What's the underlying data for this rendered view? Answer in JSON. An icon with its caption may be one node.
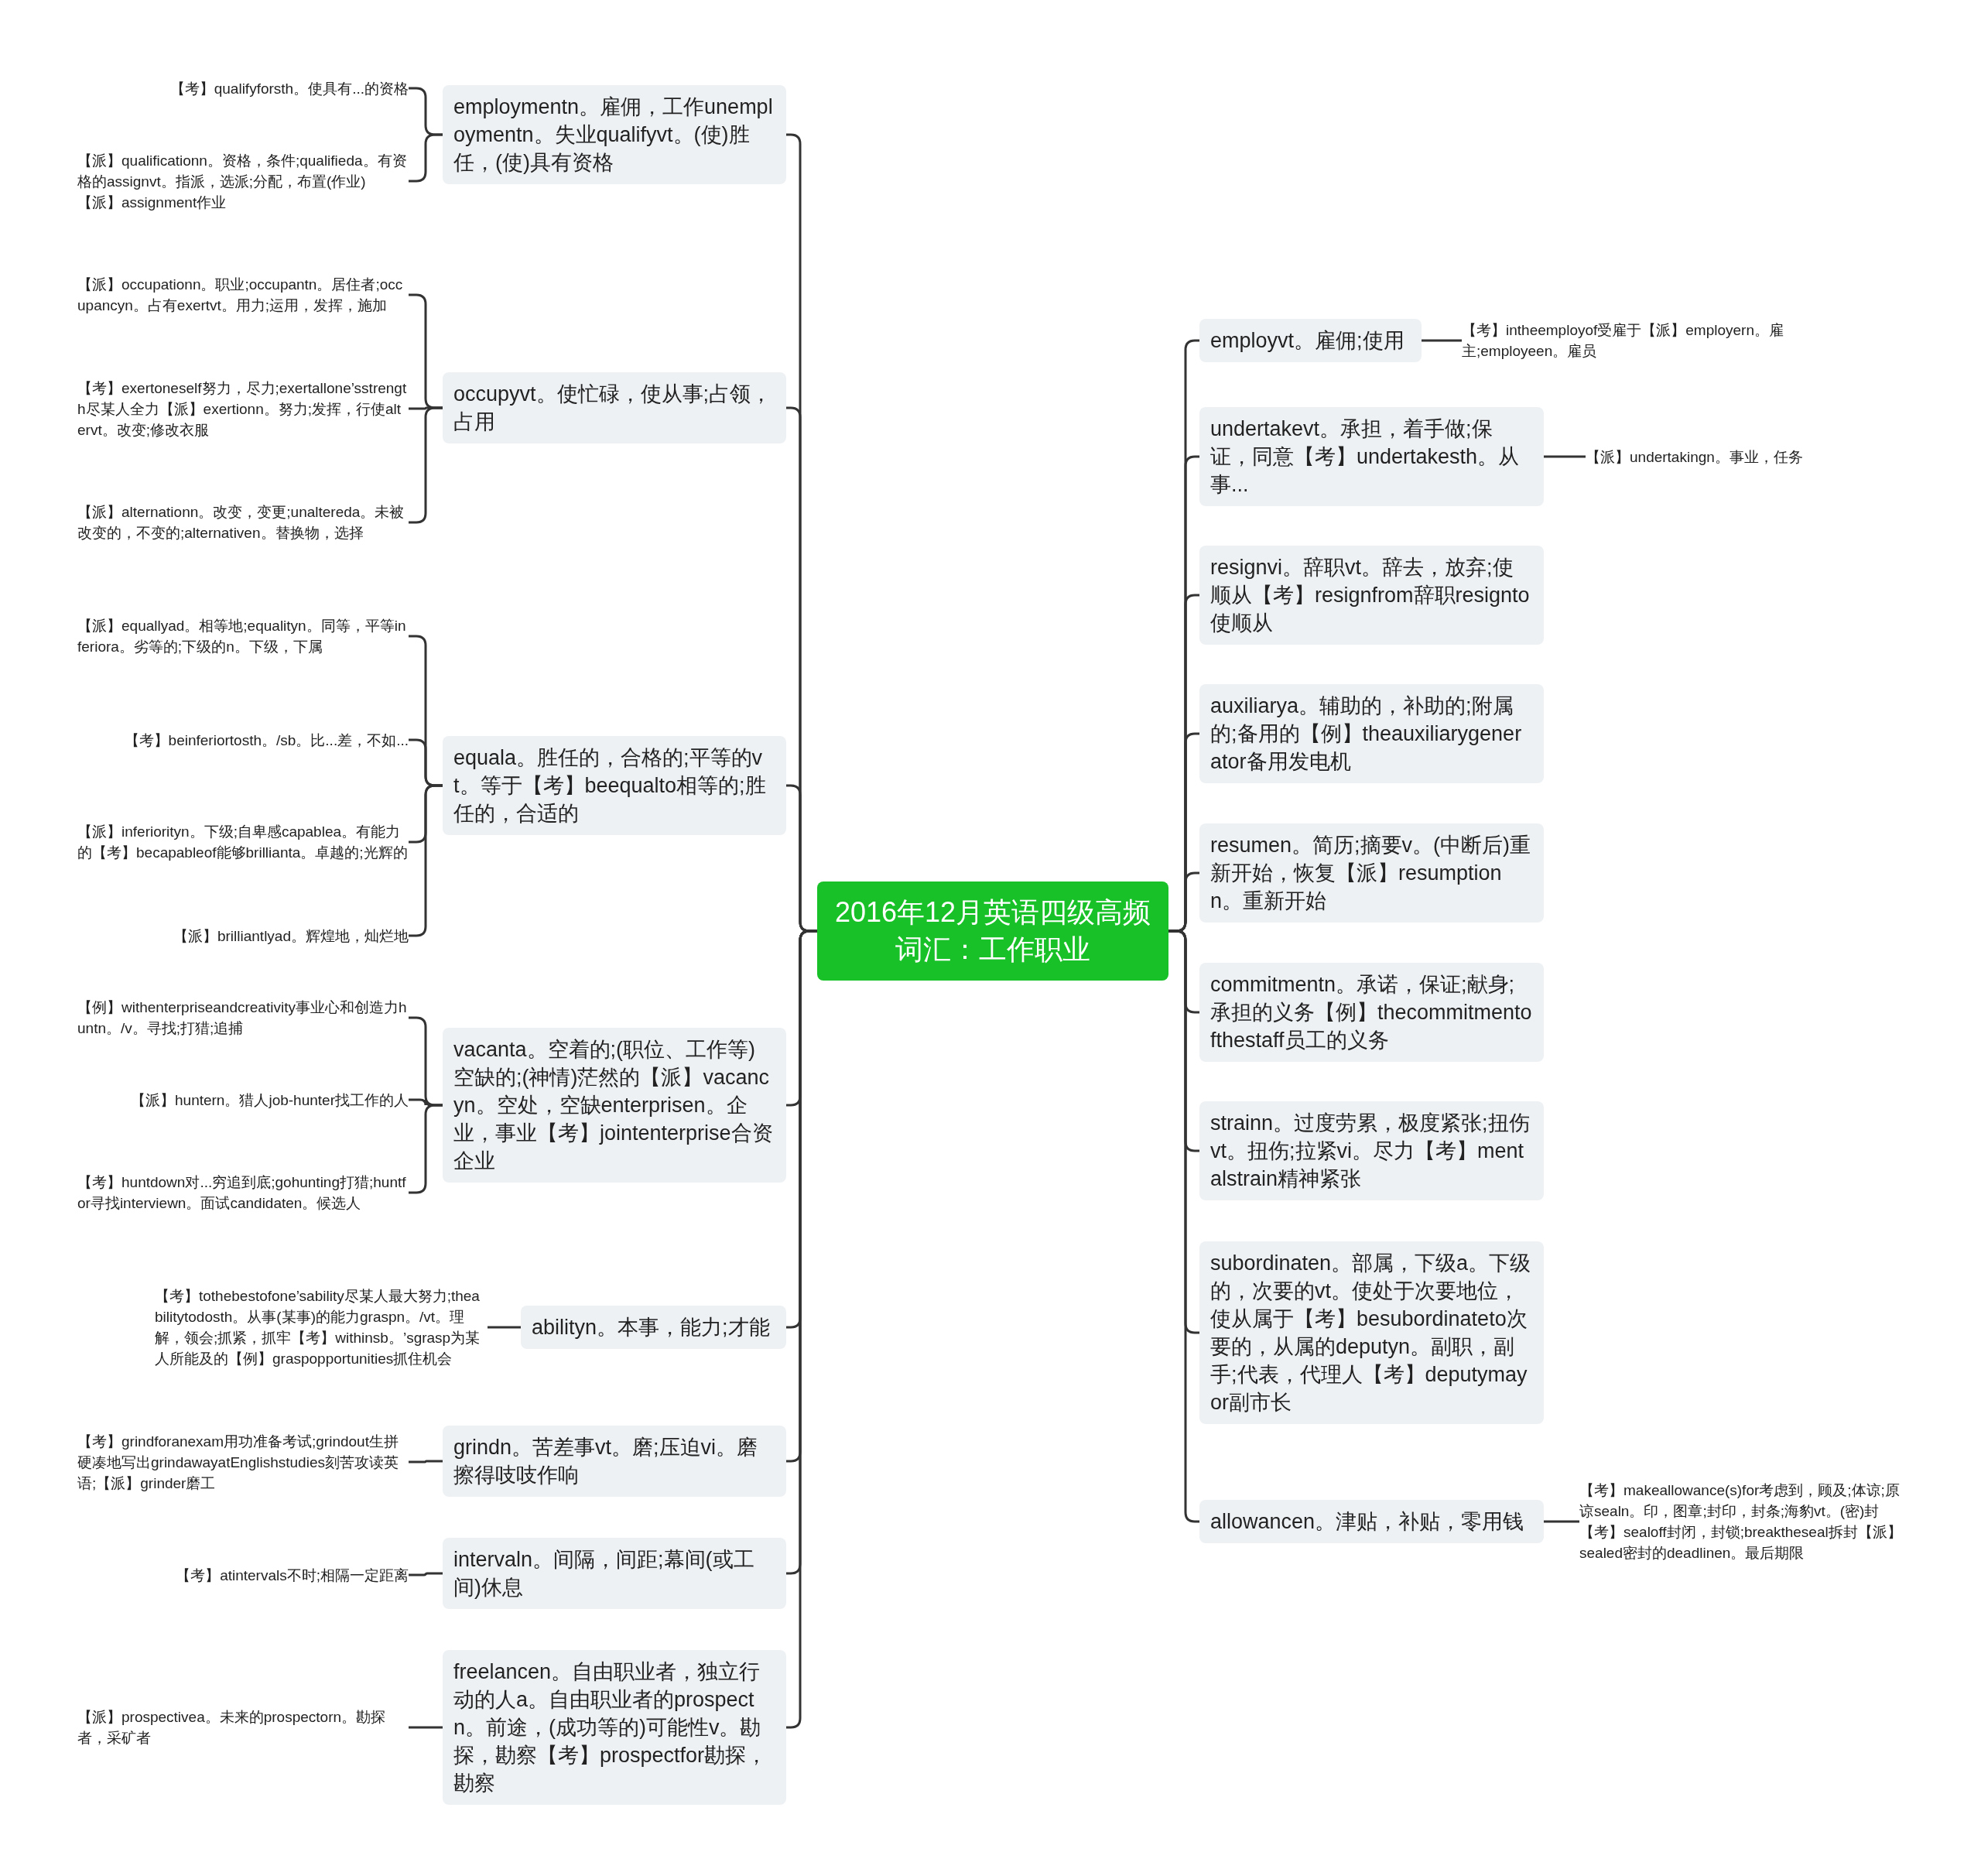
{
  "diagram": {
    "nodes": [
      {
        "text": [
          "2016年12月英语四级高频词汇：工作职业"
        ]
      },
      {
        "text": [
          "employmentn。雇佣，工作unemploymentn。失业qualifyvt。(使)胜任，(使)具有资格"
        ]
      },
      {
        "text": [
          "【考】qualifyforsth。使具有...的资格"
        ]
      },
      {
        "text": [
          "【派】qualificationn。资格，条件;qualifieda。有资格的assignvt。指派，选派;分配，布置(作业)【派】assignment作业"
        ]
      },
      {
        "text": [
          "occupyvt。使忙碌，使从事;占领，占用"
        ]
      },
      {
        "text": [
          "【派】occupationn。职业;occupantn。居住者;occupancyn。占有exertvt。用力;运用，发挥，施加"
        ]
      },
      {
        "text": [
          "【考】exertoneself努力，尽力;exertallone’sstrength尽某人全力【派】exertionn。努力;发挥，行使altervt。改变;修改衣服"
        ]
      },
      {
        "text": [
          "【派】alternationn。改变，变更;unaltereda。未被改变的，不变的;alternativen。替换物，选择"
        ]
      },
      {
        "text": [
          "equala。胜任的，合格的;平等的vt。等于【考】beequalto相等的;胜任的，合适的"
        ]
      },
      {
        "text": [
          "【派】equallyad。相等地;equalityn。同等，平等inferiora。劣等的;下级的n。下级，下属"
        ]
      },
      {
        "text": [
          "【考】beinferiortosth。/sb。比...差，不如..."
        ]
      },
      {
        "text": [
          "【派】inferiorityn。下级;自卑感capablea。有能力的【考】becapableof能够brillianta。卓越的;光辉的"
        ]
      },
      {
        "text": [
          "【派】brilliantlyad。辉煌地，灿烂地"
        ]
      },
      {
        "text": [
          "vacanta。空着的;(职位、工作等)空缺的;(神情)茫然的【派】vacancyn。空处，空缺enterprisen。企业，事业【考】jointenterprise合资企业"
        ]
      },
      {
        "text": [
          "【例】withenterpriseandcreativity事业心和创造力huntn。/v。寻找;打猎;追捕"
        ]
      },
      {
        "text": [
          "【派】huntern。猎人job-hunter找工作的人"
        ]
      },
      {
        "text": [
          "【考】huntdown对...穷追到底;gohunting打猎;huntfor寻找interviewn。面试candidaten。候选人"
        ]
      },
      {
        "text": [
          "abilityn。本事，能力;才能"
        ]
      },
      {
        "text": [
          "【考】tothebestofone’sability尽某人最大努力;theabilitytodosth。从事(某事)的能力graspn。/vt。理解，领会;抓紧，抓牢【考】withinsb。’sgrasp为某人所能及的【例】graspopportunities抓住机会"
        ]
      },
      {
        "text": [
          "grindn。苦差事vt。磨;压迫vi。磨擦得吱吱作响"
        ]
      },
      {
        "text": [
          "【考】grindforanexam用功准备考试;grindout生拼硬凑地写出grindawayatEnglishstudies刻苦攻读英语;【派】grinder磨工"
        ]
      },
      {
        "text": [
          "intervaln。间隔，间距;幕间(或工间)休息"
        ]
      },
      {
        "text": [
          "【考】atintervals不时;相隔一定距离"
        ]
      },
      {
        "text": [
          "freelancen。自由职业者，独立行动的人a。自由职业者的prospectn。前途，(成功等的)可能性v。勘探，勘察【考】prospectfor勘探，勘察"
        ]
      },
      {
        "text": [
          "【派】prospectivea。未来的prospectorn。勘探者，采矿者"
        ]
      },
      {
        "text": [
          "employvt。雇佣;使用"
        ]
      },
      {
        "text": [
          "【考】intheemployof受雇于【派】employern。雇主;employeen。雇员"
        ]
      },
      {
        "text": [
          "undertakevt。承担，着手做;保证，同意【考】undertakesth。从事..."
        ]
      },
      {
        "text": [
          "【派】undertakingn。事业，任务"
        ]
      },
      {
        "text": [
          "resignvi。辞职vt。辞去，放弃;使顺从【考】resignfrom辞职resignto使顺从"
        ]
      },
      {
        "text": [
          "auxiliarya。辅助的，补助的;附属的;备用的【例】theauxiliarygenerator备用发电机"
        ]
      },
      {
        "text": [
          "resumen。简历;摘要v。(中断后)重新开始，恢复【派】resumptionn。重新开始"
        ]
      },
      {
        "text": [
          "commitmentn。承诺，保证;献身;承担的义务【例】thecommitmentofthestaff员工的义务"
        ]
      },
      {
        "text": [
          "strainn。过度劳累，极度紧张;扭伤vt。扭伤;拉紧vi。尽力【考】mentalstrain精神紧张"
        ]
      },
      {
        "text": [
          "subordinaten。部属，下级a。下级的，次要的vt。使处于次要地位，使从属于【考】besubordinateto次要的，从属的deputyn。副职，副手;代表，代理人【考】deputymayor副市长"
        ]
      },
      {
        "text": [
          "allowancen。津贴，补贴，零用钱"
        ]
      },
      {
        "text": [
          "【考】makeallowance(s)for考虑到，顾及;体谅;原谅sealn。印，图章;封印，封条;海豹vt。(密)封【考】sealoff封闭，封锁;breaktheseal拆封【派】sealed密封的deadlinen。最后期限"
        ]
      }
    ],
    "edges": [
      {
        "from": 0,
        "to": 1,
        "arrow": "none"
      },
      {
        "from": 1,
        "to": 2,
        "arrow": "none"
      },
      {
        "from": 1,
        "to": 3,
        "arrow": "none"
      },
      {
        "from": 0,
        "to": 4,
        "arrow": "none"
      },
      {
        "from": 4,
        "to": 5,
        "arrow": "none"
      },
      {
        "from": 4,
        "to": 6,
        "arrow": "none"
      },
      {
        "from": 4,
        "to": 7,
        "arrow": "none"
      },
      {
        "from": 0,
        "to": 8,
        "arrow": "none"
      },
      {
        "from": 8,
        "to": 9,
        "arrow": "none"
      },
      {
        "from": 8,
        "to": 10,
        "arrow": "none"
      },
      {
        "from": 8,
        "to": 11,
        "arrow": "none"
      },
      {
        "from": 8,
        "to": 12,
        "arrow": "none"
      },
      {
        "from": 0,
        "to": 13,
        "arrow": "none"
      },
      {
        "from": 13,
        "to": 14,
        "arrow": "none"
      },
      {
        "from": 13,
        "to": 15,
        "arrow": "none"
      },
      {
        "from": 13,
        "to": 16,
        "arrow": "none"
      },
      {
        "from": 0,
        "to": 17,
        "arrow": "none"
      },
      {
        "from": 17,
        "to": 18,
        "arrow": "none"
      },
      {
        "from": 0,
        "to": 19,
        "arrow": "none"
      },
      {
        "from": 19,
        "to": 20,
        "arrow": "none"
      },
      {
        "from": 0,
        "to": 21,
        "arrow": "none"
      },
      {
        "from": 21,
        "to": 22,
        "arrow": "none"
      },
      {
        "from": 0,
        "to": 23,
        "arrow": "none"
      },
      {
        "from": 23,
        "to": 24,
        "arrow": "none"
      },
      {
        "from": 0,
        "to": 25,
        "arrow": "none"
      },
      {
        "from": 25,
        "to": 26,
        "arrow": "none"
      },
      {
        "from": 0,
        "to": 27,
        "arrow": "none"
      },
      {
        "from": 27,
        "to": 28,
        "arrow": "none"
      },
      {
        "from": 0,
        "to": 29,
        "arrow": "none"
      },
      {
        "from": 0,
        "to": 30,
        "arrow": "none"
      },
      {
        "from": 0,
        "to": 31,
        "arrow": "none"
      },
      {
        "from": 0,
        "to": 32,
        "arrow": "none"
      },
      {
        "from": 0,
        "to": 33,
        "arrow": "none"
      },
      {
        "from": 0,
        "to": 34,
        "arrow": "none"
      },
      {
        "from": 0,
        "to": 35,
        "arrow": "none"
      },
      {
        "from": 35,
        "to": 36,
        "arrow": "none"
      }
    ]
  }
}
